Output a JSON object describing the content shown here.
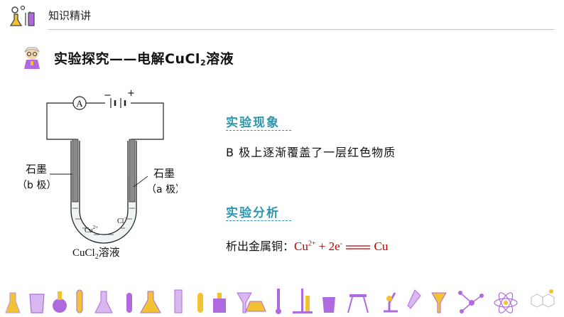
{
  "header": {
    "title": "知识精讲"
  },
  "section": {
    "title_prefix": "实验探究——电解",
    "title_formula_main": "CuCl",
    "title_formula_sub": "2",
    "title_suffix": "溶液"
  },
  "diagram": {
    "ammeter": "A",
    "minus": "−",
    "plus": "+",
    "left_label_1": "石墨",
    "left_label_2": "（b 极）",
    "right_label_1": "石墨",
    "right_label_2": "（a 极）",
    "cu_ion": "Cu",
    "cu_charge": "2+",
    "cl_ion": "Cl",
    "cl_charge": "−",
    "solution_main": "CuCl",
    "solution_sub": "2",
    "solution_suffix": "溶液"
  },
  "phenomenon": {
    "title": "实验现象",
    "text": "B 极上逐渐覆盖了一层红色物质"
  },
  "analysis": {
    "title": "实验分析",
    "label": "析出金属铜：",
    "eq_cu": "Cu",
    "eq_cu_charge": "2+",
    "eq_plus": " + 2e",
    "eq_e_charge": "-",
    "eq_product": "Cu"
  },
  "colors": {
    "accent": "#2b97b0",
    "equation": "#c00000",
    "footer_purple": "#b06adf",
    "footer_yellow": "#f1c232"
  }
}
